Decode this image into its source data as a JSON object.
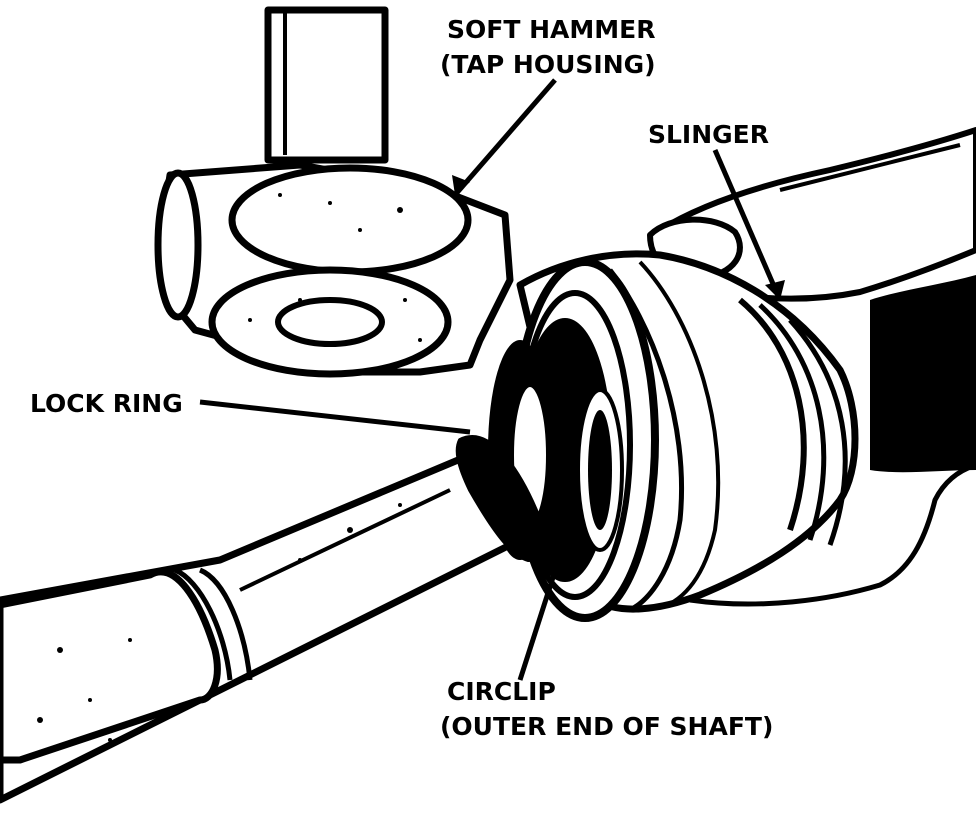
{
  "labels": {
    "soft_hammer_line1": "SOFT HAMMER",
    "soft_hammer_line2": "(TAP HOUSING)",
    "slinger": "SLINGER",
    "lock_ring": "LOCK RING",
    "circlip_line1": "CIRCLIP",
    "circlip_line2": "(OUTER END OF SHAFT)"
  },
  "colors": {
    "ink": "#000000",
    "paper": "#ffffff"
  }
}
